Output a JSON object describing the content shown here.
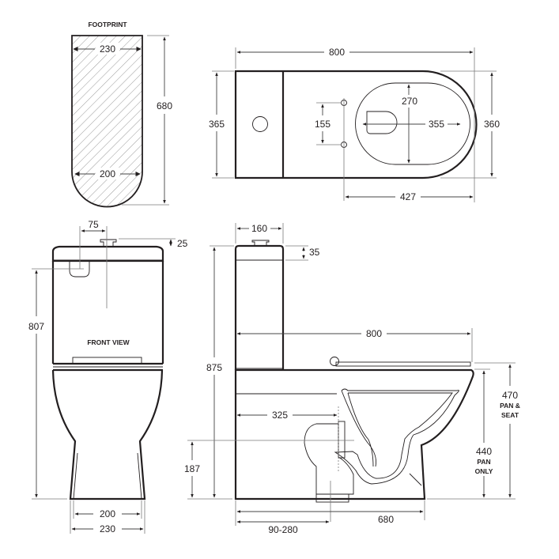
{
  "footprint": {
    "title": "FOOTPRINT",
    "width_top": "230",
    "width_bottom": "200",
    "depth": "680"
  },
  "plan_view": {
    "overall_length": "800",
    "tank_depth": "365",
    "pan_width": "360",
    "fixing_hole_spacing": "155",
    "bowl_opening_width": "270",
    "bowl_opening_length": "355",
    "fixing_to_front": "427"
  },
  "front_view": {
    "title": "FRONT VIEW",
    "button_offset": "75",
    "button_height": "25",
    "inlet_height": "807",
    "base_inner_width": "200",
    "base_outer_width": "230"
  },
  "side_view": {
    "tank_depth": "160",
    "lid_height": "35",
    "overall_height": "875",
    "seat_length": "800",
    "outlet_setback": "325",
    "outlet_height": "187",
    "pan_seat_height": "470",
    "pan_seat_label_1": "PAN &",
    "pan_seat_label_2": "SEAT",
    "pan_only_height": "440",
    "pan_only_label_1": "PAN",
    "pan_only_label_2": "ONLY",
    "base_length": "680",
    "set_out_range": "90-280"
  }
}
